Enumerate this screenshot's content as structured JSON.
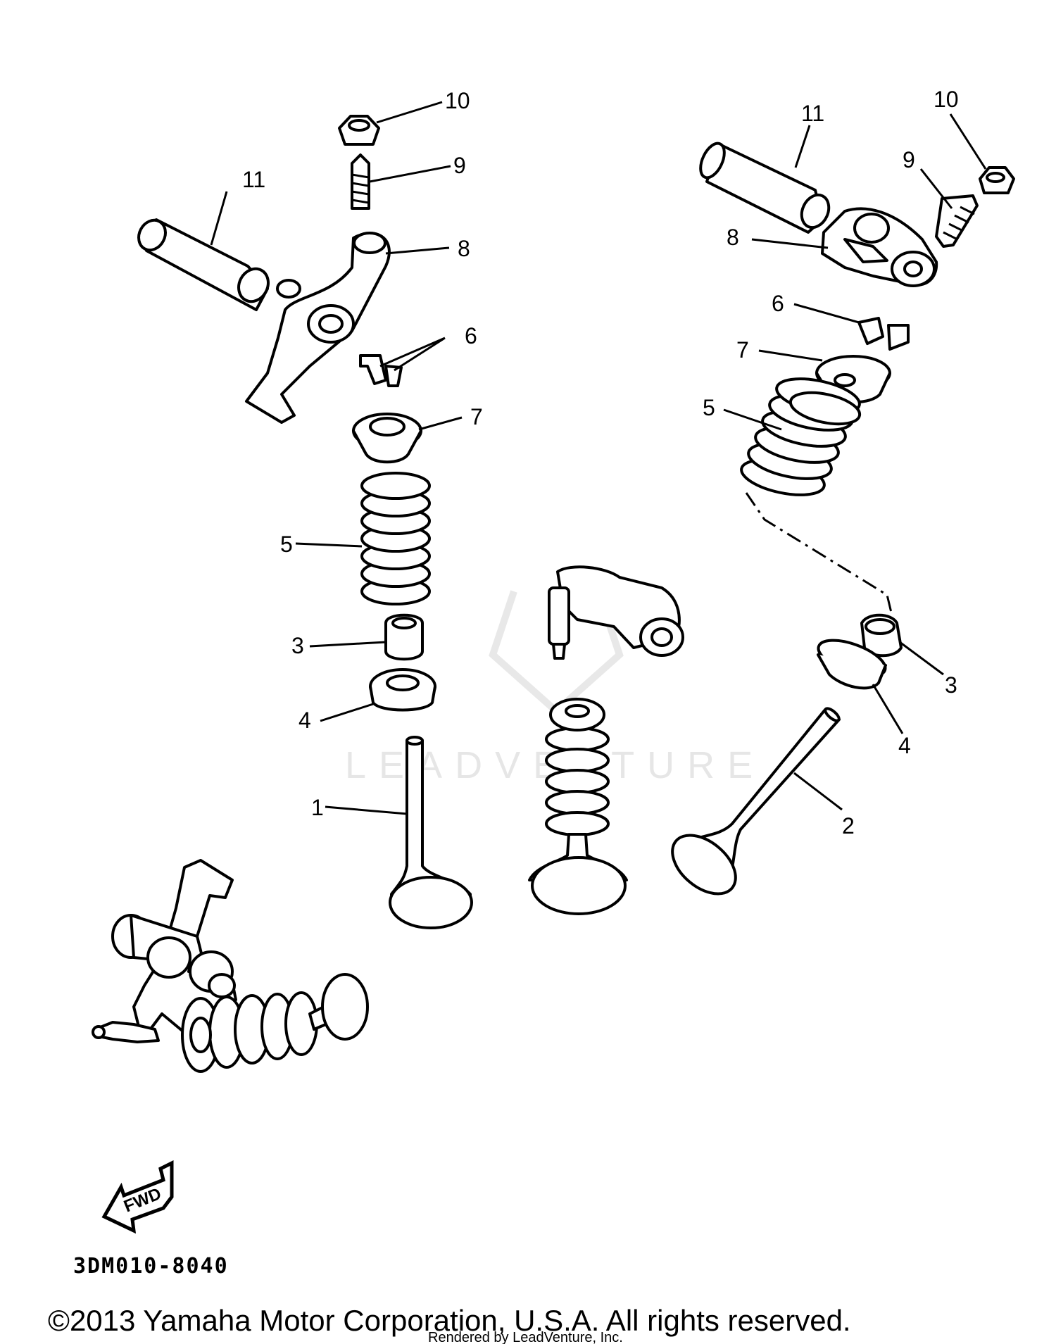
{
  "labels": {
    "left_10": "10",
    "left_9": "9",
    "left_11": "11",
    "left_8": "8",
    "left_6": "6",
    "left_7": "7",
    "left_5": "5",
    "left_3": "3",
    "left_4": "4",
    "left_1": "1",
    "right_11": "11",
    "right_10": "10",
    "right_9": "9",
    "right_8": "8",
    "right_6": "6",
    "right_7": "7",
    "right_5": "5",
    "right_3": "3",
    "right_4": "4",
    "right_2": "2"
  },
  "fwd_label": "FWD",
  "diagram_code": "3DM010-8040",
  "watermark": "LEADVENTURE",
  "copyright": "©2013 Yamaha Motor Corporation, U.S.A. All rights reserved.",
  "rendered_by": "Rendered by LeadVenture, Inc."
}
